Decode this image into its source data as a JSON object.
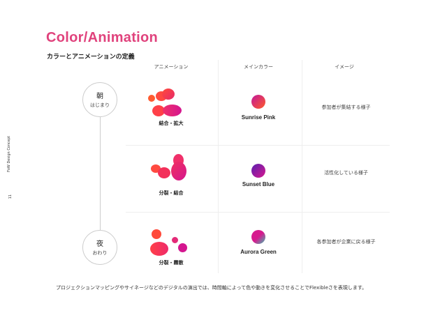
{
  "title": "Color/Animation",
  "subtitle": "カラーとアニメーションの定義",
  "columns": [
    "アニメーション",
    "メインカラー",
    "イメージ"
  ],
  "timeline": [
    {
      "kanji": "朝",
      "label": "はじまり"
    },
    {
      "kanji": "夜",
      "label": "おわり"
    }
  ],
  "rows": [
    {
      "animation": "結合・拡大",
      "color_name": "Sunrise Pink",
      "gradient": [
        "#c2189a",
        "#ff5a2a"
      ],
      "image": "参加者が集結する様子"
    },
    {
      "animation": "分裂・結合",
      "color_name": "Sunset Blue",
      "gradient": [
        "#5a1fb0",
        "#d6198e"
      ],
      "image": "活性化している様子"
    },
    {
      "animation": "分裂・霧散",
      "color_name": "Aurora Green",
      "gradient": [
        "#d61a8e",
        "#3cc0b0"
      ],
      "image": "各参加者が企業に戻る様子"
    }
  ],
  "blob_gradient": [
    "#ff4a3a",
    "#d4168f"
  ],
  "sidebar": {
    "doc": "FoW Design Concept",
    "page": "11"
  },
  "footer": "プロジェクションマッピングやサイネージなどのデジタルの演出では、時間軸によって色や動きを変化させることでFlexibleさを表現します。"
}
